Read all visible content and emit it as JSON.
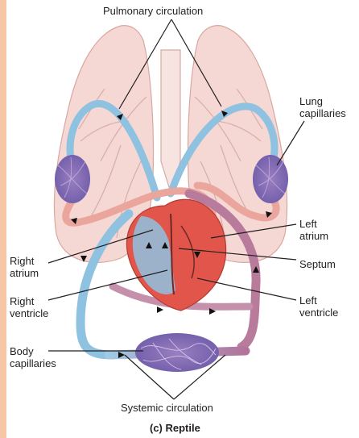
{
  "labels": {
    "pulmonary": "Pulmonary circulation",
    "lung_capillaries": [
      "Lung",
      "capillaries"
    ],
    "left_atrium": [
      "Left",
      "atrium"
    ],
    "septum": "Septum",
    "left_ventricle": [
      "Left",
      "ventricle"
    ],
    "right_atrium": [
      "Right",
      "atrium"
    ],
    "right_ventricle": [
      "Right",
      "ventricle"
    ],
    "body_capillaries": [
      "Body",
      "capillaries"
    ],
    "systemic": "Systemic circulation",
    "caption": "(c) Reptile"
  },
  "colors": {
    "deoxygenated": "#8fc2e0",
    "oxygenated": "#eaa59c",
    "mixed": "#b97b9c",
    "heart": "#e2554b",
    "lung": "#f5d8d4",
    "accent_strip": "#f6c7a4"
  }
}
